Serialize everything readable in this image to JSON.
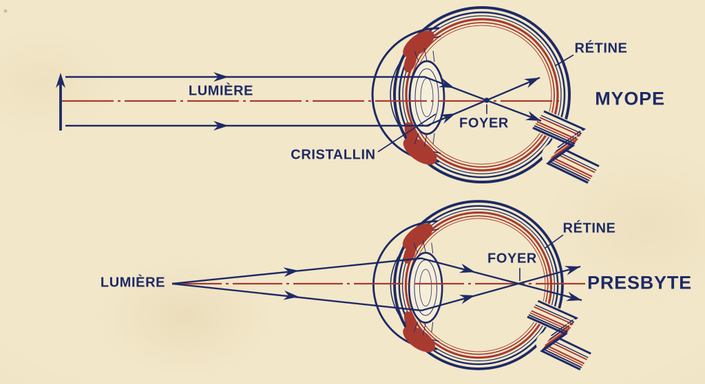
{
  "palette": {
    "navy": "#1e2a66",
    "red": "#a93a30",
    "paper": "#f2e7c9"
  },
  "diagrams": [
    {
      "name": "myope",
      "light_label": "LUMIÈRE",
      "lens_label": "CRISTALLIN",
      "focus_label": "FOYER",
      "retina_label": "RÉTINE",
      "title": "MYOPE"
    },
    {
      "name": "presbyte",
      "light_label": "LUMIÈRE",
      "focus_label": "FOYER",
      "retina_label": "RÉTINE",
      "title": "PRESBYTE"
    }
  ]
}
